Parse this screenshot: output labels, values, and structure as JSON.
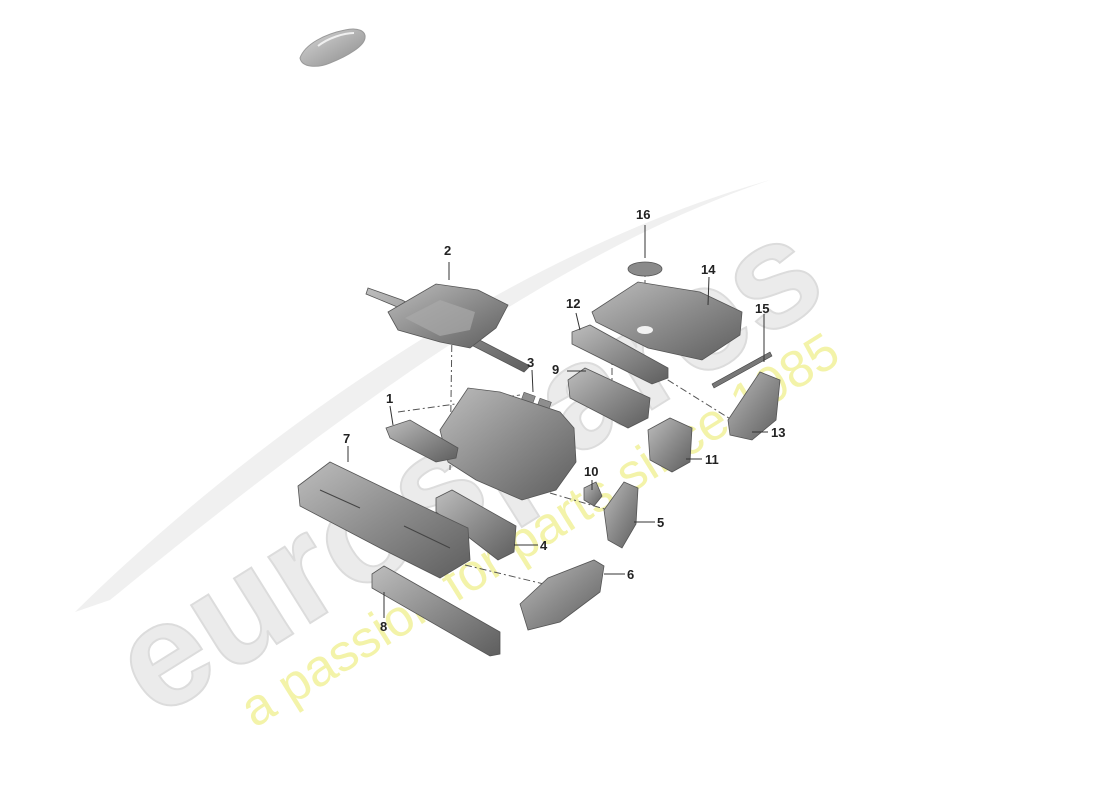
{
  "diagram": {
    "callouts": [
      {
        "id": "1",
        "text": "1"
      },
      {
        "id": "2",
        "text": "2"
      },
      {
        "id": "3",
        "text": "3"
      },
      {
        "id": "4",
        "text": "4"
      },
      {
        "id": "5",
        "text": "5"
      },
      {
        "id": "6",
        "text": "6"
      },
      {
        "id": "7",
        "text": "7"
      },
      {
        "id": "8",
        "text": "8"
      },
      {
        "id": "9",
        "text": "9"
      },
      {
        "id": "10",
        "text": "10"
      },
      {
        "id": "11",
        "text": "11"
      },
      {
        "id": "12",
        "text": "12"
      },
      {
        "id": "13",
        "text": "13"
      },
      {
        "id": "14",
        "text": "14"
      },
      {
        "id": "15",
        "text": "15"
      },
      {
        "id": "16",
        "text": "16"
      }
    ],
    "part_color": "#8f8f8f",
    "line_color": "#333333"
  },
  "watermark": {
    "brand": "eurospares",
    "tagline": "a passion for parts since 1985",
    "brand_color": "#e4e4e4",
    "tagline_color": "#f3f3b0"
  }
}
